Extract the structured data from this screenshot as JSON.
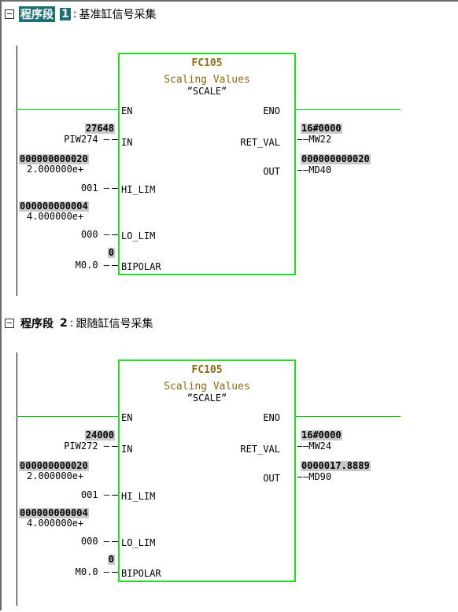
{
  "networks": [
    {
      "label": "程序段",
      "number": "1",
      "title": "基准缸信号采集",
      "block": {
        "name": "FC105",
        "desc": "Scaling Values",
        "symbol": "”SCALE”",
        "pins": {
          "en": "EN",
          "eno": "ENO",
          "in": "IN",
          "ret_val": "RET_VAL",
          "out": "OUT",
          "hi_lim": "HI_LIM",
          "lo_lim": "LO_LIM",
          "bipolar": "BIPOLAR"
        }
      },
      "inputs": {
        "in_value": "27648",
        "in_addr": "PIW274",
        "hi_value": "000000000020",
        "hi_float": "2.000000e+",
        "hi_addr": "001",
        "lo_value": "000000000004",
        "lo_float": "4.000000e+",
        "lo_addr": "000",
        "bip_value": "0",
        "bip_addr": "M0.0"
      },
      "outputs": {
        "ret_value": "16#0000",
        "ret_addr": "MW22",
        "out_value": "000000000020",
        "out_addr": "MD40"
      }
    },
    {
      "label": "程序段",
      "number": "2",
      "title": "跟随缸信号采集",
      "block": {
        "name": "FC105",
        "desc": "Scaling Values",
        "symbol": "”SCALE”",
        "pins": {
          "en": "EN",
          "eno": "ENO",
          "in": "IN",
          "ret_val": "RET_VAL",
          "out": "OUT",
          "hi_lim": "HI_LIM",
          "lo_lim": "LO_LIM",
          "bipolar": "BIPOLAR"
        }
      },
      "inputs": {
        "in_value": "24000",
        "in_addr": "PIW272",
        "hi_value": "000000000020",
        "hi_float": "2.000000e+",
        "hi_addr": "001",
        "lo_value": "000000000004",
        "lo_float": "4.000000e+",
        "lo_addr": "000",
        "bip_value": "0",
        "bip_addr": "M0.0"
      },
      "outputs": {
        "ret_value": "16#0000",
        "ret_addr": "MW24",
        "out_value": "0000017.8889",
        "out_addr": "MD90"
      }
    }
  ],
  "colors": {
    "block_border": "#22dd22",
    "selection": "#1f6f74",
    "value_bg": "#c8c8c8",
    "fc_text": "#8b6b12"
  }
}
